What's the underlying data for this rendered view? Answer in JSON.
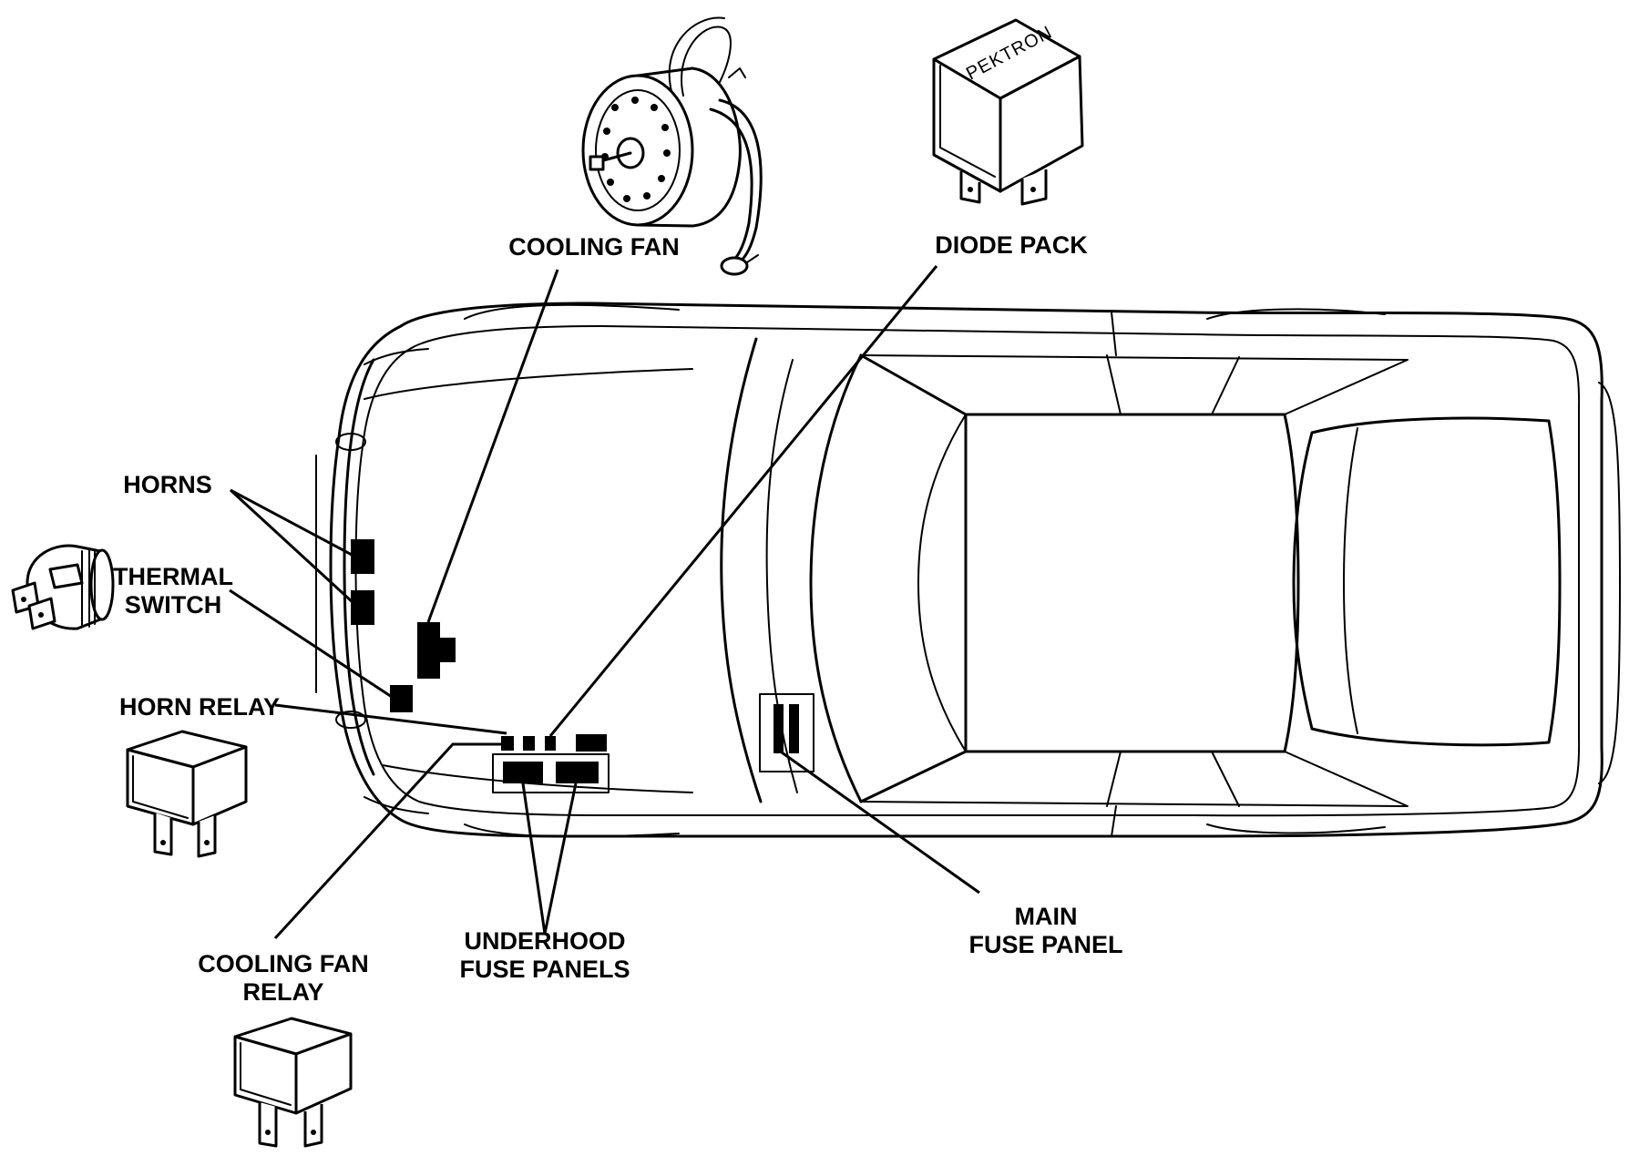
{
  "labels": {
    "cooling_fan": "COOLING FAN",
    "diode_pack": "DIODE PACK",
    "horns": "HORNS",
    "thermal_switch_line1": "THERMAL",
    "thermal_switch_line2": "SWITCH",
    "horn_relay": "HORN RELAY",
    "cooling_fan_relay_line1": "COOLING FAN",
    "cooling_fan_relay_line2": "RELAY",
    "underhood_line1": "UNDERHOOD",
    "underhood_line2": "FUSE PANELS",
    "main_fuse_line1": "MAIN",
    "main_fuse_line2": "FUSE PANEL"
  },
  "diode_pack_brand": "PEKTRON",
  "colors": {
    "ink": "#000000",
    "paper": "#ffffff"
  }
}
